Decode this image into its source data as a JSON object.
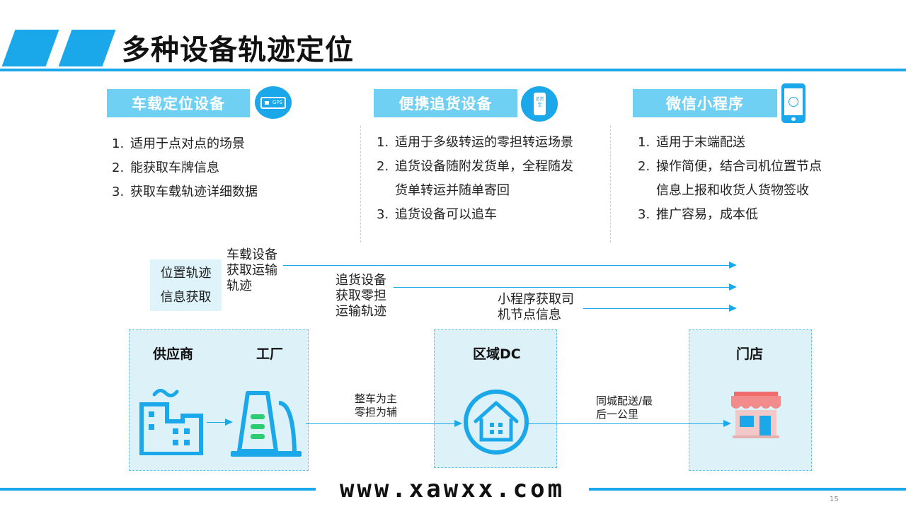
{
  "header": {
    "title": "多种设备轨迹定位"
  },
  "devices": [
    {
      "label": "车载定位设备",
      "icon_text": "GPS",
      "items": [
        {
          "num": "1.",
          "lines": [
            "适用于点对点的场景"
          ]
        },
        {
          "num": "2.",
          "lines": [
            "能获取车牌信息"
          ]
        },
        {
          "num": "3.",
          "lines": [
            "获取车载轨迹详细数据"
          ]
        }
      ]
    },
    {
      "label": "便携追货设备",
      "icon_text": "追货宝",
      "items": [
        {
          "num": "1.",
          "lines": [
            "适用于多级转运的零担转运场景"
          ]
        },
        {
          "num": "2.",
          "lines": [
            "追货设备随附发货单，全程随发",
            "货单转运并随单寄回"
          ]
        },
        {
          "num": "3.",
          "lines": [
            "追货设备可以追车"
          ]
        }
      ]
    },
    {
      "label": "微信小程序",
      "items": [
        {
          "num": "1.",
          "lines": [
            "适用于末端配送"
          ]
        },
        {
          "num": "2.",
          "lines": [
            "操作简便，结合司机位置节点",
            "信息上报和收货人货物签收"
          ]
        },
        {
          "num": "3.",
          "lines": [
            "推广容易，成本低"
          ]
        }
      ]
    }
  ],
  "tracking": {
    "box_lines": [
      "位置轨迹",
      "信息获取"
    ],
    "vehicle_note": [
      "车载设备",
      "获取运输",
      "轨迹"
    ],
    "tracker_note": [
      "追货设备",
      "获取零担",
      "运输轨迹"
    ],
    "miniapp_note": [
      "小程序获取司",
      "机节点信息"
    ]
  },
  "flow": {
    "supplier": "供应商",
    "factory": "工厂",
    "regional_dc": "区域DC",
    "store": "门店",
    "leg1_note": [
      "整车为主",
      "零担为辅"
    ],
    "leg2_note": [
      "同城配送/最",
      "后一公里"
    ]
  },
  "footer": {
    "watermark": "www.xawxx.com",
    "page_number": "15"
  },
  "colors": {
    "accent": "#1aa8ea",
    "label_fill": "#6fd0f3",
    "node_fill": "#ddf1f9",
    "tracking_box_fill": "#dff3fb"
  }
}
